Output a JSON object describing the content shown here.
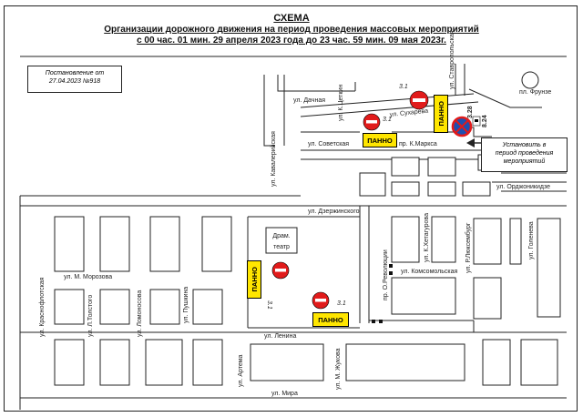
{
  "header": {
    "title": "СХЕМА",
    "line1": "Организации дорожного движения на период проведения массовых мероприятий",
    "line2": "с 00 час. 01 мин. 29 апреля 2023 года до 23 час. 59 мин. 09 мая 2023г."
  },
  "decree": {
    "line1": "Постановление от",
    "line2": "27.04.2023 №918"
  },
  "callout": {
    "text_lines": [
      "Установить в",
      "период проведения",
      "мероприятий"
    ]
  },
  "panno_label": "ПАННО",
  "theatre_lines": [
    "Драм.",
    "театр"
  ],
  "sign_code": "3.1",
  "parking_sign_codes": [
    "3.28",
    "8.24"
  ],
  "streets": {
    "dachnaya": "ул. Дачная",
    "k_tsetkin": "ул. К.Цеткин",
    "sukhareva": "ул. Сухарева",
    "stavropolskaya": "ул. Ставропольская",
    "frunze": "пл. Фрунзе",
    "kavaleriyskaya": "ул. Кавалерийская",
    "sovetskaya": "ул. Советская",
    "k_marksa": "пр. К.Маркса",
    "ordzhonikidze": "ул. Орджоникидзе",
    "dzerzhinskogo": "ул. Дзержинского",
    "krasnoflotskaya": "ул. Краснофлотская",
    "m_morozova": "ул. М. Морозова",
    "l_tolstogo": "ул. Л.Толстого",
    "lomonosova": "ул. Ломоносова",
    "pushkina": "ул. Пушкина",
    "o_revolyutsii": "пр. О.Революции",
    "k_khetagurova": "ул. К.Хетагурова",
    "r_lyuksemburg": "ул. Р.Люксембург",
    "goleneva": "ул. Голенева",
    "komsomolskaya": "ул. Комсомольская",
    "lenina": "ул. Ленина",
    "artema": "ул. Артема",
    "m_zhukova": "ул. М. Жукова",
    "mira": "ул. Мира"
  },
  "colors": {
    "sign_red": "#e11b1b",
    "sign_blue": "#1f4fb0",
    "panno_yellow": "#ffe600"
  }
}
